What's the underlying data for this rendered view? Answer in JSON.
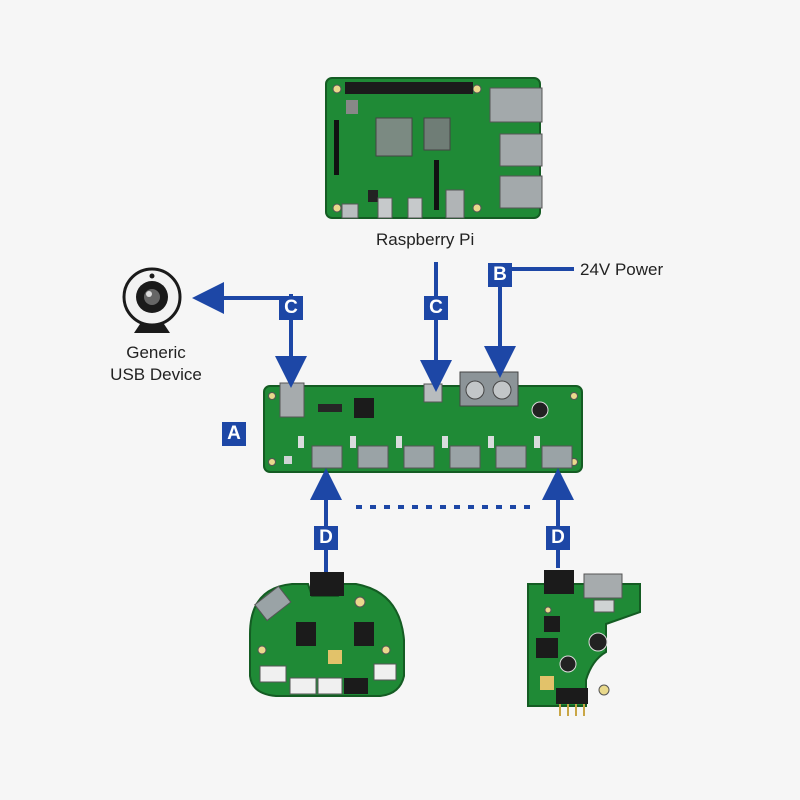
{
  "labels": {
    "raspberry_pi": "Raspberry Pi",
    "power": "24V Power",
    "usb_device_line1": "Generic",
    "usb_device_line2": "USB Device"
  },
  "badges": {
    "a": "A",
    "b": "B",
    "c_left": "C",
    "c_center": "C",
    "d_left": "D",
    "d_right": "D"
  },
  "colors": {
    "arrow": "#1d47a6",
    "pcb": "#1f8a36",
    "pcb_dark": "#176b29",
    "connector": "#9aa3a6"
  },
  "icons": {
    "usb_device": "webcam-icon"
  }
}
